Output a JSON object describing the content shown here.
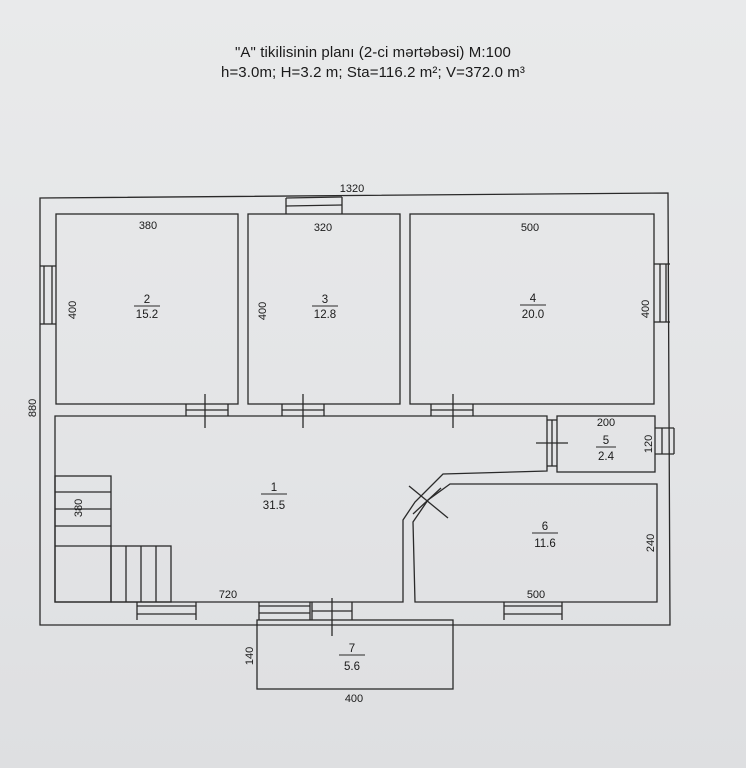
{
  "title": {
    "line1": "\"A\" tikilisinin planı (2-ci mərtəbəsi) M:100",
    "line2": "h=3.0m; H=3.2 m; Sta=116.2 m²; V=372.0 m³"
  },
  "dimensions": {
    "total_width": "1320",
    "total_height": "880",
    "room2_width": "380",
    "room2_height": "400",
    "room3_width": "320",
    "room3_height": "400",
    "room4_width": "500",
    "room4_height": "400",
    "room5_width": "200",
    "room5_height": "120",
    "room6_width": "500",
    "room6_height": "240",
    "room1_width": "720",
    "stair_length": "380",
    "room7_width": "400",
    "room7_height": "140"
  },
  "rooms": [
    {
      "number": "1",
      "area": "31.5"
    },
    {
      "number": "2",
      "area": "15.2"
    },
    {
      "number": "3",
      "area": "12.8"
    },
    {
      "number": "4",
      "area": "20.0"
    },
    {
      "number": "5",
      "area": "2.4"
    },
    {
      "number": "6",
      "area": "11.6"
    },
    {
      "number": "7",
      "area": "5.6"
    }
  ],
  "colors": {
    "line": "#2a2a2a",
    "paper": "#e6e7e9"
  }
}
